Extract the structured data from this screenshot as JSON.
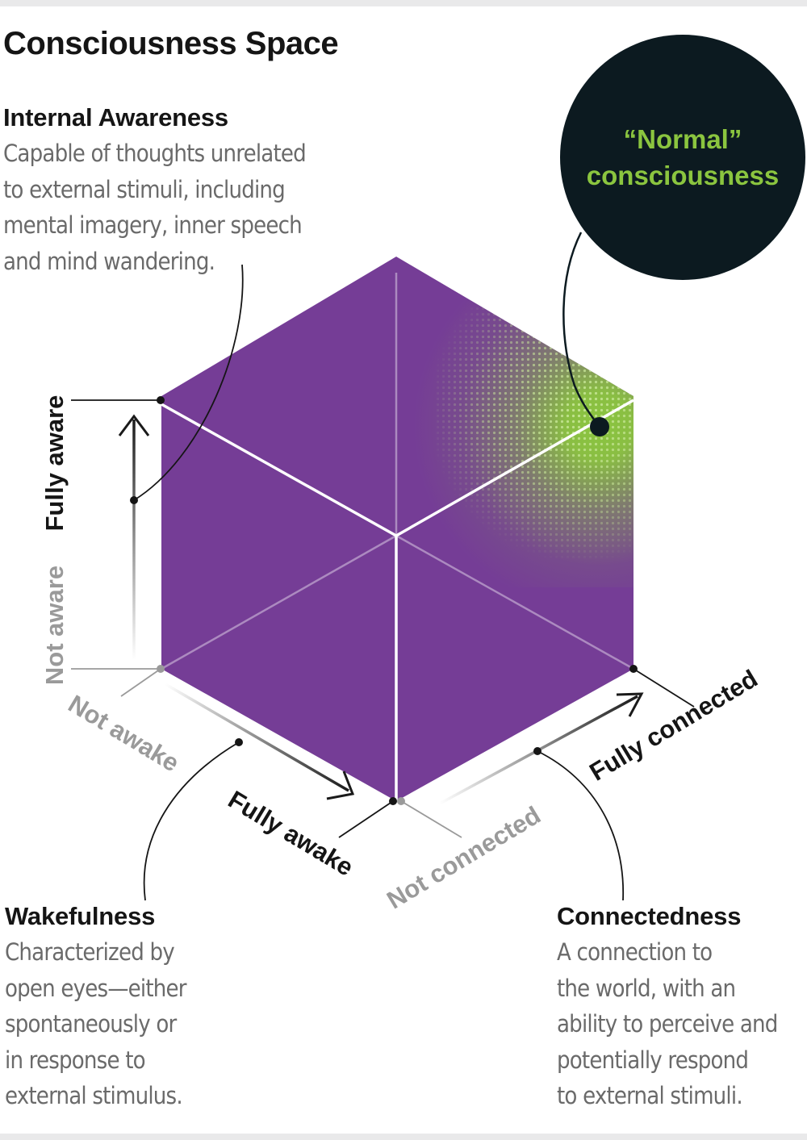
{
  "title": "Consciousness Space",
  "internal_awareness": {
    "heading": "Internal Awareness",
    "lines": [
      "Capable of thoughts unrelated",
      "to external stimuli, including",
      "mental imagery, inner speech",
      "and mind wandering."
    ]
  },
  "wakefulness": {
    "heading": "Wakefulness",
    "lines": [
      "Characterized by",
      "open eyes—either",
      "spontaneously or",
      "in response to",
      "external stimulus."
    ]
  },
  "connectedness": {
    "heading": "Connectedness",
    "lines": [
      "A connection to",
      "the world, with an",
      "ability to perceive and",
      "potentially respond",
      "to external stimuli."
    ]
  },
  "axes": {
    "awareness": {
      "low": "Not aware",
      "high": "Fully aware"
    },
    "wakefulness": {
      "low": "Not awake",
      "high": "Fully awake"
    },
    "connectedness": {
      "low": "Not connected",
      "high": "Fully connected"
    }
  },
  "callout": {
    "line1": "“Normal”",
    "line2": "consciousness"
  },
  "colors": {
    "cube": "#753d96",
    "highlight": "#8bc53f",
    "bubble": "#0c1a20",
    "bubble_text": "#8bc53f",
    "muted_text": "#8a8a8a",
    "dark_text": "#151515"
  }
}
